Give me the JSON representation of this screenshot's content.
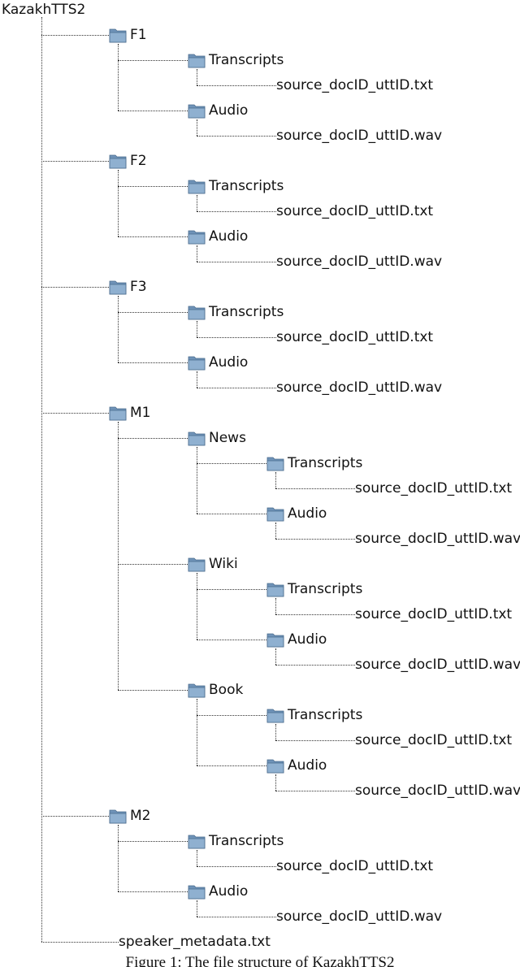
{
  "tree": {
    "label": "KazakhTTS2",
    "children": [
      {
        "label": "F1",
        "folder": true,
        "children": [
          {
            "label": "Transcripts",
            "folder": true,
            "children": [
              {
                "label": "source_docID_uttID.txt"
              }
            ]
          },
          {
            "label": "Audio",
            "folder": true,
            "children": [
              {
                "label": "source_docID_uttID.wav"
              }
            ]
          }
        ]
      },
      {
        "label": "F2",
        "folder": true,
        "children": [
          {
            "label": "Transcripts",
            "folder": true,
            "children": [
              {
                "label": "source_docID_uttID.txt"
              }
            ]
          },
          {
            "label": "Audio",
            "folder": true,
            "children": [
              {
                "label": "source_docID_uttID.wav"
              }
            ]
          }
        ]
      },
      {
        "label": "F3",
        "folder": true,
        "children": [
          {
            "label": "Transcripts",
            "folder": true,
            "children": [
              {
                "label": "source_docID_uttID.txt"
              }
            ]
          },
          {
            "label": "Audio",
            "folder": true,
            "children": [
              {
                "label": "source_docID_uttID.wav"
              }
            ]
          }
        ]
      },
      {
        "label": "M1",
        "folder": true,
        "children": [
          {
            "label": "News",
            "folder": true,
            "children": [
              {
                "label": "Transcripts",
                "folder": true,
                "children": [
                  {
                    "label": "source_docID_uttID.txt"
                  }
                ]
              },
              {
                "label": "Audio",
                "folder": true,
                "children": [
                  {
                    "label": "source_docID_uttID.wav"
                  }
                ]
              }
            ]
          },
          {
            "label": "Wiki",
            "folder": true,
            "children": [
              {
                "label": "Transcripts",
                "folder": true,
                "children": [
                  {
                    "label": "source_docID_uttID.txt"
                  }
                ]
              },
              {
                "label": "Audio",
                "folder": true,
                "children": [
                  {
                    "label": "source_docID_uttID.wav"
                  }
                ]
              }
            ]
          },
          {
            "label": "Book",
            "folder": true,
            "children": [
              {
                "label": "Transcripts",
                "folder": true,
                "children": [
                  {
                    "label": "source_docID_uttID.txt"
                  }
                ]
              },
              {
                "label": "Audio",
                "folder": true,
                "children": [
                  {
                    "label": "source_docID_uttID.wav"
                  }
                ]
              }
            ]
          }
        ]
      },
      {
        "label": "M2",
        "folder": true,
        "children": [
          {
            "label": "Transcripts",
            "folder": true,
            "children": [
              {
                "label": "source_docID_uttID.txt"
              }
            ]
          },
          {
            "label": "Audio",
            "folder": true,
            "children": [
              {
                "label": "source_docID_uttID.wav"
              }
            ]
          }
        ]
      },
      {
        "label": "speaker_metadata.txt"
      }
    ]
  },
  "caption": "Figure 1: The file structure of KazakhTTS2",
  "colors": {
    "folder_fill": "#8fb0d0",
    "folder_edge": "#4a6b8c",
    "line": "#333333"
  }
}
